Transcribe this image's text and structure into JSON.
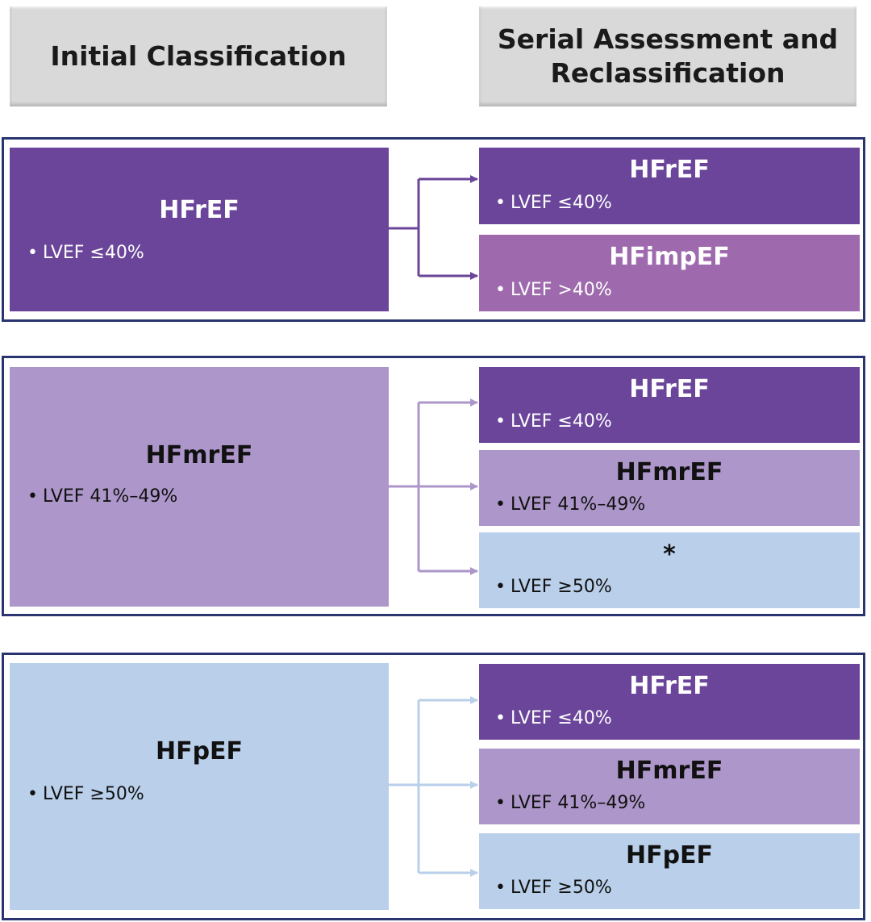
{
  "headers": {
    "left": "Initial Classification",
    "right_line1": "Serial Assessment and",
    "right_line2": "Reclassification"
  },
  "groups": [
    {
      "initial": {
        "title": "HFrEF",
        "bullet": "LVEF ≤40%"
      },
      "outcomes": [
        {
          "title": "HFrEF",
          "bullet": "LVEF ≤40%"
        },
        {
          "title": "HFimpEF",
          "bullet": "LVEF >40%"
        }
      ]
    },
    {
      "initial": {
        "title": "HFmrEF",
        "bullet": "LVEF 41%–49%"
      },
      "outcomes": [
        {
          "title": "HFrEF",
          "bullet": "LVEF ≤40%"
        },
        {
          "title": "HFmrEF",
          "bullet": "LVEF 41%–49%"
        },
        {
          "title": "*",
          "bullet": "LVEF ≥50%"
        }
      ]
    },
    {
      "initial": {
        "title": "HFpEF",
        "bullet": "LVEF ≥50%"
      },
      "outcomes": [
        {
          "title": "HFrEF",
          "bullet": "LVEF ≤40%"
        },
        {
          "title": "HFmrEF",
          "bullet": "LVEF 41%–49%"
        },
        {
          "title": "HFpEF",
          "bullet": "LVEF ≥50%"
        }
      ]
    }
  ],
  "colors": {
    "hfref": "#6a4599",
    "hfimpef": "#9e6aad",
    "hfmref": "#ad96c9",
    "hfpef": "#b9cfea",
    "border": "#2a3470",
    "header": "#d9d9da"
  },
  "bullet_glyph": "•"
}
